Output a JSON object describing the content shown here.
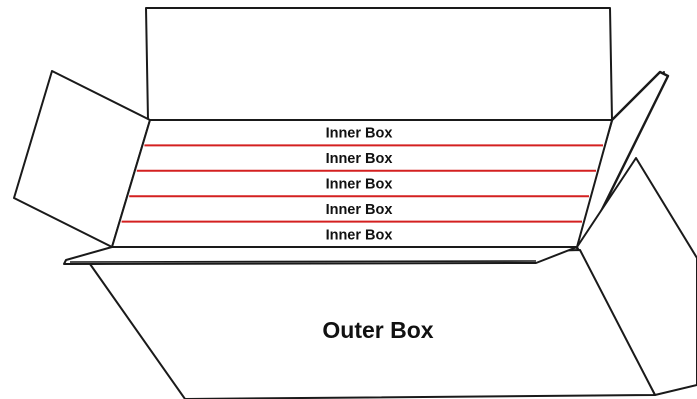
{
  "diagram": {
    "inner_boxes": [
      "Inner Box",
      "Inner Box",
      "Inner Box",
      "Inner Box",
      "Inner Box"
    ],
    "outer_box_label": "Outer Box",
    "colors": {
      "outline": "#1a1a1a",
      "divider": "#d42020",
      "background": "#ffffff"
    }
  }
}
